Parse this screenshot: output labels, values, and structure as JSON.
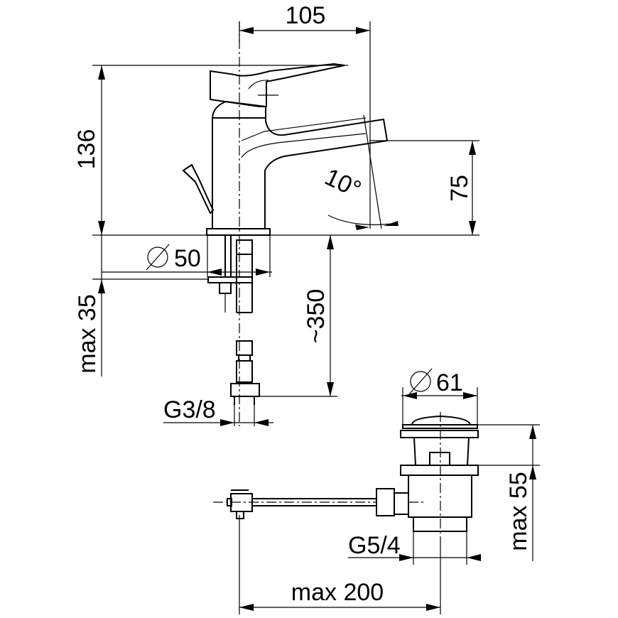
{
  "title": "Basin mixer dimension drawing",
  "dimensions": {
    "spout_reach": "105",
    "total_height": "136",
    "spout_height": "75",
    "spout_angle": "10°",
    "base_diameter": "50",
    "max_deck_thickness": "max 35",
    "hose_length": "~350",
    "hose_thread": "G3/8",
    "waste_diameter": "61",
    "waste_max_depth": "max 55",
    "waste_thread": "G5/4",
    "rod_max_length": "max 200"
  },
  "symbols": {
    "diameter": "⌀"
  }
}
